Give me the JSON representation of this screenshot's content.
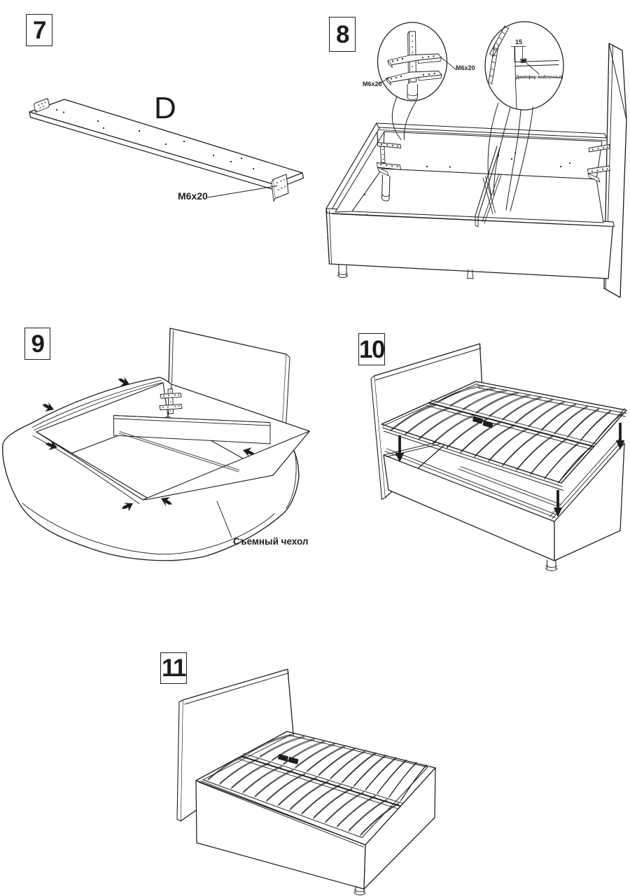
{
  "sheet": {
    "background": "#ffffff",
    "line_color": "#1d1d1d",
    "language": "ru"
  },
  "steps": {
    "step7": {
      "number": "7",
      "part_label": "D",
      "screw_label": "M6x20"
    },
    "step8": {
      "number": "8",
      "screw_label_left": "M6x20",
      "screw_label_right": "M6x20",
      "dimension": "15",
      "damper_label": "Демпфер войлочный"
    },
    "step9": {
      "number": "9",
      "cover_label": "Съемный чехол"
    },
    "step10": {
      "number": "10"
    },
    "step11": {
      "number": "11"
    }
  }
}
